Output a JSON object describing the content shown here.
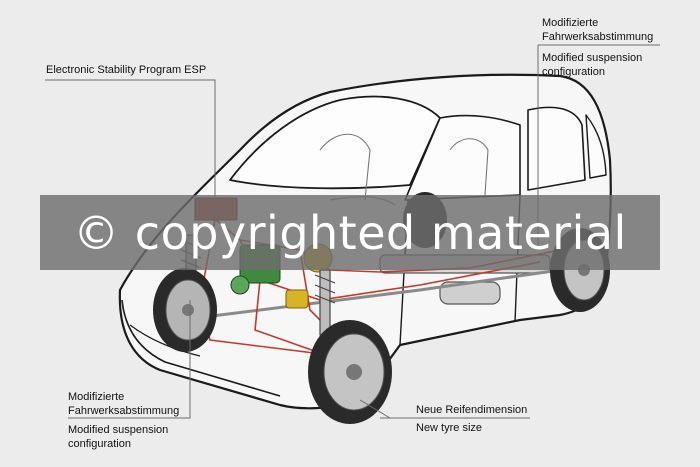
{
  "labels": {
    "esp": "Electronic Stability Program ESP",
    "susp_top_de_1": "Modifizierte",
    "susp_top_de_2": "Fahrwerksabstimmung",
    "susp_top_en_1": "Modified suspension",
    "susp_top_en_2": "configuration",
    "susp_bot_de_1": "Modifizierte",
    "susp_bot_de_2": "Fahrwerksabstimmung",
    "susp_bot_en_1": "Modified suspension",
    "susp_bot_en_2": "configuration",
    "tyre_de": "Neue Reifendimension",
    "tyre_en": "New tyre size"
  },
  "watermark": "© copyrighted material",
  "colors": {
    "background": "#ececec",
    "body_outline": "#1a1a1a",
    "brake_lines": "#c0392b",
    "esp_unit": "#a3422f",
    "green_module": "#3f8a3f",
    "yellow_parts": "#d8b325"
  }
}
